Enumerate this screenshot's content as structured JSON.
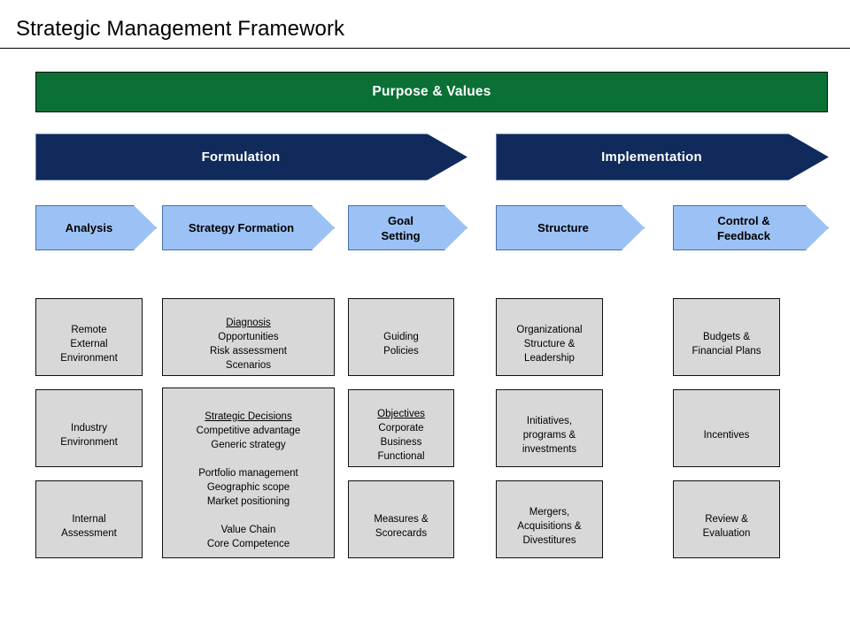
{
  "slide": {
    "title": "Strategic Management Framework",
    "colors": {
      "banner_green": "#0B7035",
      "phase_navy": "#102A5C",
      "step_blue": "#9CC2F5",
      "box_gray": "#D8D8D8",
      "outline": "#111111",
      "text_light": "#FFFFFF",
      "text_dark": "#000000"
    }
  },
  "banner": {
    "label": "Purpose & Values"
  },
  "phases": [
    {
      "label": "Formulation"
    },
    {
      "label": "Implementation"
    }
  ],
  "steps": [
    {
      "label": "Analysis"
    },
    {
      "label": "Strategy Formation"
    },
    {
      "label": "Goal\nSetting"
    },
    {
      "label": "Structure"
    },
    {
      "label": "Control &\nFeedback"
    }
  ],
  "columns": [
    {
      "step": "Analysis",
      "boxes": [
        {
          "heading": "",
          "body": "Remote\nExternal\nEnvironment"
        },
        {
          "heading": "",
          "body": "Industry\nEnvironment"
        },
        {
          "heading": "",
          "body": "Internal\nAssessment"
        }
      ]
    },
    {
      "step": "Strategy Formation",
      "boxes": [
        {
          "heading": "Diagnosis",
          "body": "Opportunities\nRisk assessment\nScenarios"
        },
        {
          "heading": "Strategic Decisions",
          "body": "Competitive advantage\nGeneric strategy\n\nPortfolio management\nGeographic scope\nMarket positioning\n\nValue Chain\nCore Competence"
        }
      ]
    },
    {
      "step": "Goal Setting",
      "boxes": [
        {
          "heading": "",
          "body": "Guiding\nPolicies"
        },
        {
          "heading": "Objectives",
          "body": "Corporate\nBusiness\nFunctional"
        },
        {
          "heading": "",
          "body": "Measures &\nScorecards"
        }
      ]
    },
    {
      "step": "Structure",
      "boxes": [
        {
          "heading": "",
          "body": "Organizational\nStructure &\nLeadership"
        },
        {
          "heading": "",
          "body": "Initiatives,\nprograms &\ninvestments"
        },
        {
          "heading": "",
          "body": "Mergers,\nAcquisitions &\nDivestitures"
        }
      ]
    },
    {
      "step": "Control & Feedback",
      "boxes": [
        {
          "heading": "",
          "body": "Budgets &\nFinancial Plans"
        },
        {
          "heading": "",
          "body": "Incentives"
        },
        {
          "heading": "",
          "body": "Review &\nEvaluation"
        }
      ]
    }
  ]
}
